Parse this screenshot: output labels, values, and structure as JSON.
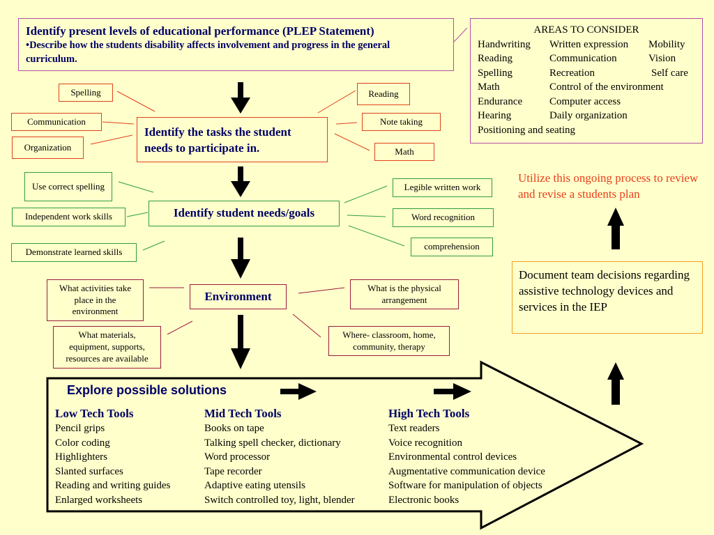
{
  "plep": {
    "title": "Identify present levels of educational performance (PLEP Statement)",
    "bullet": "•Describe how the students disability affects involvement and progress in the general   curriculum."
  },
  "areas": {
    "title": "AREAS TO CONSIDER",
    "rows": [
      [
        "Handwriting",
        "Written expression",
        "Mobility"
      ],
      [
        "Reading",
        "Communication",
        "Vision"
      ],
      [
        "Spelling",
        "Recreation",
        "Self care"
      ],
      [
        "Math",
        "Control of the environment",
        ""
      ],
      [
        "Endurance",
        "Computer access",
        ""
      ],
      [
        "Hearing",
        "Daily organization",
        ""
      ],
      [
        "Positioning and seating",
        "",
        ""
      ]
    ]
  },
  "tasks": {
    "main": "Identify the tasks the student needs to participate in.",
    "left": [
      "Spelling",
      "Communication",
      "Organization"
    ],
    "right": [
      "Reading",
      "Note taking",
      "Math"
    ]
  },
  "needs": {
    "main": "Identify student needs/goals",
    "left": [
      "Use correct spelling",
      "Independent work skills",
      "Demonstrate learned skills"
    ],
    "right": [
      "Legible written work",
      "Word  recognition",
      "comprehension"
    ]
  },
  "environment": {
    "main": "Environment",
    "left": [
      "What activities take place in the environment",
      "What materials, equipment, supports, resources are available"
    ],
    "right": [
      "What is the physical arrangement",
      "Where- classroom, home, community, therapy"
    ]
  },
  "review_text": "Utilize this ongoing process to review and revise a students plan",
  "document_text": "Document team decisions regarding assistive technology devices and services in the IEP",
  "solutions": {
    "title": "Explore possible solutions",
    "low": {
      "heading": "Low Tech Tools",
      "items": [
        "Pencil grips",
        "Color coding",
        "Highlighters",
        "Slanted surfaces",
        "Reading and writing guides",
        "Enlarged worksheets"
      ]
    },
    "mid": {
      "heading": "Mid Tech Tools",
      "items": [
        "Books on tape",
        "Talking spell checker, dictionary",
        "Word processor",
        "Tape recorder",
        "Adaptive eating utensils",
        "Switch controlled toy, light, blender"
      ]
    },
    "high": {
      "heading": "High Tech Tools",
      "items": [
        "Text readers",
        "Voice recognition",
        "Environmental control devices",
        "Augmentative communication device",
        "Software for manipulation of objects",
        "Electronic books"
      ]
    }
  },
  "colors": {
    "background": "#ffffcc",
    "navy_text": "#000066",
    "red_border": "#e0401a",
    "green_border": "#2e9e3a",
    "maroon_border": "#9b1a3a",
    "purple_border": "#b04fa8",
    "orange_border": "#f0a020",
    "review_text": "#e8401a"
  }
}
